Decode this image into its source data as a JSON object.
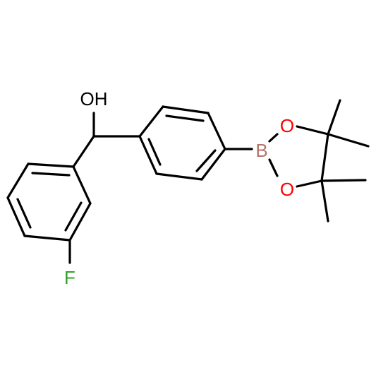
{
  "molecule": {
    "atom_labels": {
      "hydroxyl": "OH",
      "fluorine": "F",
      "boron": "B",
      "ring_oxygen_top": "O",
      "ring_oxygen_bottom": "O"
    },
    "colors": {
      "bond": "#000000",
      "oxygen": "#ff0000",
      "fluorine": "#33a02c",
      "boron": "#b5736b",
      "hydroxyl": "#000000",
      "background": "#ffffff"
    }
  }
}
